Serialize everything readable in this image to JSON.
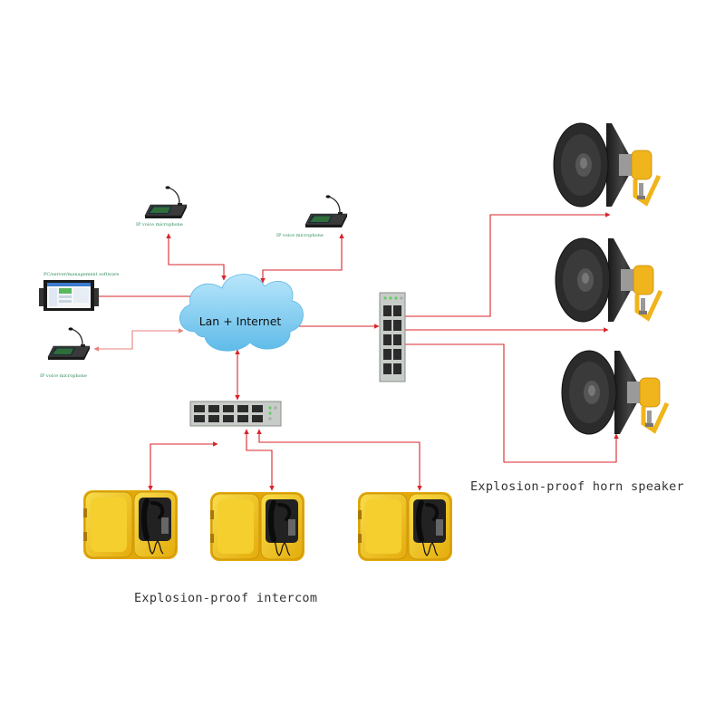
{
  "cloud": {
    "label": "Lan + Internet"
  },
  "devices": {
    "mic_top_left": {
      "label": "IP voice microphone",
      "icon": "desk-microphone-icon"
    },
    "mic_top_right": {
      "label": "IP voice microphone",
      "icon": "desk-microphone-icon"
    },
    "mic_left": {
      "label": "IP voice microphone",
      "icon": "desk-microphone-icon"
    },
    "pc": {
      "label": "PC/server/management software",
      "icon": "monitor-icon"
    },
    "switch_right": {
      "icon": "network-switch-icon"
    },
    "switch_bottom": {
      "icon": "network-switch-icon"
    },
    "horns": {
      "count": 3,
      "icon": "horn-speaker-icon"
    },
    "intercoms": {
      "count": 3,
      "icon": "intercom-phone-icon"
    }
  },
  "captions": {
    "horn": "Explosion-proof horn speaker",
    "intercom": "Explosion-proof intercom"
  },
  "colors": {
    "wire": "#d9252a",
    "wire_light": "#e8807e",
    "cloud": "#7fcdf2",
    "intercom_yellow": "#f1c21a",
    "horn_body": "#f0b41c",
    "switch": "#c8ccc8"
  }
}
